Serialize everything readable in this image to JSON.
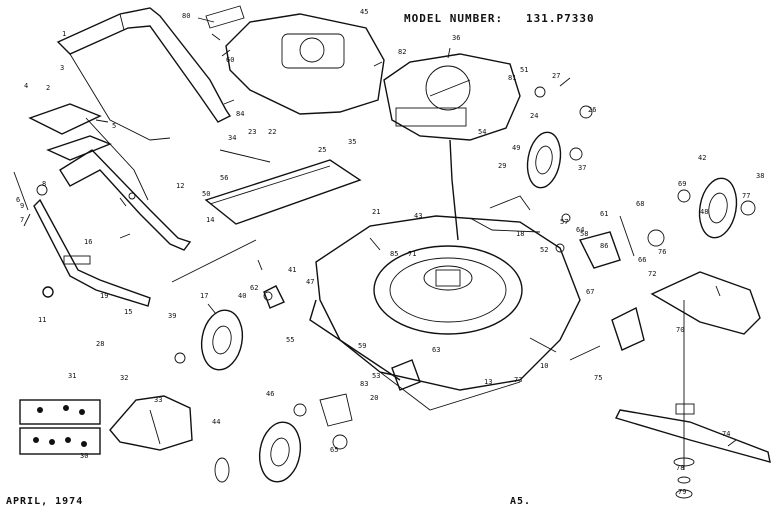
{
  "header": {
    "model_label": "MODEL NUMBER:",
    "model_number": "131.P7330"
  },
  "footer": {
    "date": "APRIL, 1974",
    "page": "A5."
  },
  "callouts": [
    {
      "id": "c1",
      "text": "1"
    },
    {
      "id": "c2",
      "text": "2"
    },
    {
      "id": "c3",
      "text": "3"
    },
    {
      "id": "c4",
      "text": "4"
    },
    {
      "id": "c5",
      "text": "5"
    },
    {
      "id": "c6",
      "text": "6"
    },
    {
      "id": "c7",
      "text": "7"
    },
    {
      "id": "c8",
      "text": "8"
    },
    {
      "id": "c9",
      "text": "9"
    },
    {
      "id": "c10",
      "text": "10"
    },
    {
      "id": "c11",
      "text": "11"
    },
    {
      "id": "c12",
      "text": "12"
    },
    {
      "id": "c13",
      "text": "13"
    },
    {
      "id": "c14",
      "text": "14"
    },
    {
      "id": "c15",
      "text": "15"
    },
    {
      "id": "c16",
      "text": "16"
    },
    {
      "id": "c17",
      "text": "17"
    },
    {
      "id": "c18",
      "text": "18"
    },
    {
      "id": "c19",
      "text": "19"
    },
    {
      "id": "c20",
      "text": "20"
    },
    {
      "id": "c21",
      "text": "21"
    },
    {
      "id": "c22",
      "text": "22"
    },
    {
      "id": "c23",
      "text": "23"
    },
    {
      "id": "c24",
      "text": "24"
    },
    {
      "id": "c25",
      "text": "25"
    },
    {
      "id": "c26",
      "text": "26"
    },
    {
      "id": "c27",
      "text": "27"
    },
    {
      "id": "c28",
      "text": "28"
    },
    {
      "id": "c29",
      "text": "29"
    },
    {
      "id": "c30",
      "text": "30"
    },
    {
      "id": "c31",
      "text": "31"
    },
    {
      "id": "c32",
      "text": "32"
    },
    {
      "id": "c33",
      "text": "33"
    },
    {
      "id": "c34",
      "text": "34"
    },
    {
      "id": "c35",
      "text": "35"
    },
    {
      "id": "c36",
      "text": "36"
    },
    {
      "id": "c37",
      "text": "37"
    },
    {
      "id": "c38",
      "text": "38"
    },
    {
      "id": "c39",
      "text": "39"
    },
    {
      "id": "c40",
      "text": "40"
    },
    {
      "id": "c41",
      "text": "41"
    },
    {
      "id": "c42",
      "text": "42"
    },
    {
      "id": "c43",
      "text": "43"
    },
    {
      "id": "c44",
      "text": "44"
    },
    {
      "id": "c45",
      "text": "45"
    },
    {
      "id": "c46",
      "text": "46"
    },
    {
      "id": "c47",
      "text": "47"
    },
    {
      "id": "c48",
      "text": "48"
    },
    {
      "id": "c49",
      "text": "49"
    },
    {
      "id": "c50",
      "text": "50"
    },
    {
      "id": "c51",
      "text": "51"
    },
    {
      "id": "c52",
      "text": "52"
    },
    {
      "id": "c53",
      "text": "53"
    },
    {
      "id": "c54",
      "text": "54"
    },
    {
      "id": "c55",
      "text": "55"
    },
    {
      "id": "c56",
      "text": "56"
    },
    {
      "id": "c57",
      "text": "57"
    },
    {
      "id": "c58",
      "text": "58"
    },
    {
      "id": "c59",
      "text": "59"
    },
    {
      "id": "c60",
      "text": "60"
    },
    {
      "id": "c61",
      "text": "61"
    },
    {
      "id": "c62",
      "text": "62"
    },
    {
      "id": "c63",
      "text": "63"
    },
    {
      "id": "c64",
      "text": "64"
    },
    {
      "id": "c65",
      "text": "65"
    },
    {
      "id": "c66",
      "text": "66"
    },
    {
      "id": "c67",
      "text": "67"
    },
    {
      "id": "c68",
      "text": "68"
    },
    {
      "id": "c69",
      "text": "69"
    },
    {
      "id": "c70",
      "text": "70"
    },
    {
      "id": "c71",
      "text": "71"
    },
    {
      "id": "c72",
      "text": "72"
    },
    {
      "id": "c73",
      "text": "73"
    },
    {
      "id": "c74",
      "text": "74"
    },
    {
      "id": "c75",
      "text": "75"
    },
    {
      "id": "c76",
      "text": "76"
    },
    {
      "id": "c77",
      "text": "77"
    },
    {
      "id": "c78",
      "text": "78"
    },
    {
      "id": "c79",
      "text": "79"
    },
    {
      "id": "c80",
      "text": "80"
    },
    {
      "id": "c81",
      "text": "81"
    },
    {
      "id": "c82",
      "text": "82"
    },
    {
      "id": "c83",
      "text": "83"
    },
    {
      "id": "c84",
      "text": "84"
    },
    {
      "id": "c85",
      "text": "85"
    },
    {
      "id": "c86",
      "text": "86"
    }
  ]
}
